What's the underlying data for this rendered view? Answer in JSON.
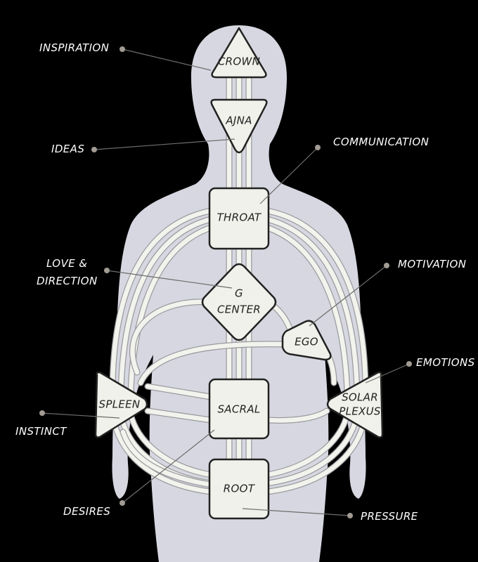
{
  "centers": {
    "crown": "CROWN",
    "ajna": "AJNA",
    "throat": "THROAT",
    "g_center_line1": "G",
    "g_center_line2": "CENTER",
    "ego": "EGO",
    "spleen": "SPLEEN",
    "sacral": "SACRAL",
    "solar_plexus_line1": "SOLAR",
    "solar_plexus_line2": "PLEXUS",
    "root": "ROOT"
  },
  "callouts": {
    "inspiration": "INSPIRATION",
    "ideas": "IDEAS",
    "communication": "COMMUNICATION",
    "love_line1": "LOVE &",
    "love_line2": "DIRECTION",
    "motivation": "MOTIVATION",
    "emotions": "EMOTIONS",
    "instinct": "INSTINCT",
    "desires": "DESIRES",
    "pressure": "PRESSURE"
  },
  "colors": {
    "background": "#000000",
    "silhouette": "#d6d7e0",
    "center_fill": "#f0f1ea",
    "label_text": "#ffffff"
  }
}
